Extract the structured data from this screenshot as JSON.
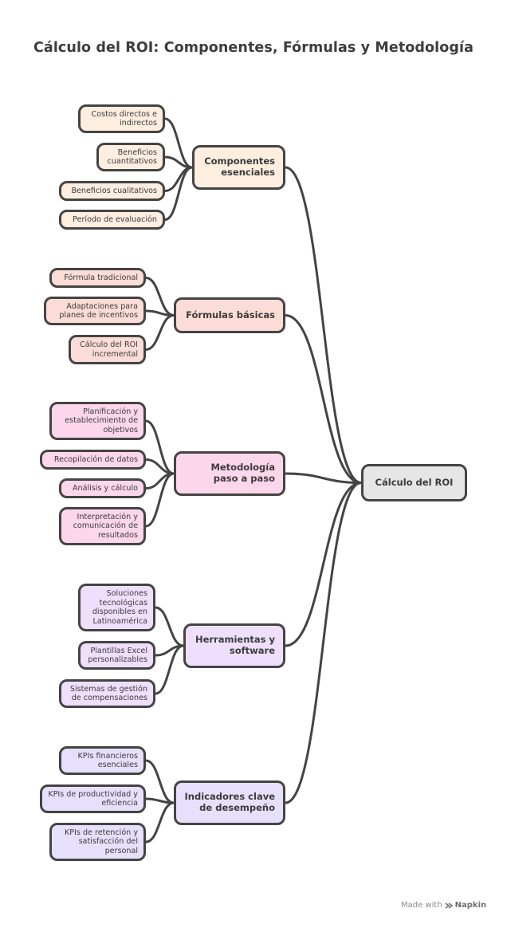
{
  "title": "Cálculo del ROI: Componentes, Fórmulas y Metodología",
  "center": {
    "label": "Cálculo del ROI",
    "color": "#e6e6e6"
  },
  "groups": [
    {
      "label": "Componentes esenciales",
      "color": "#fdeee0",
      "children": [
        "Costos directos e indirectos",
        "Beneficios cuantitativos",
        "Beneficios cualitativos",
        "Período de evaluación"
      ]
    },
    {
      "label": "Fórmulas básicas",
      "color": "#fcdcd6",
      "children": [
        "Fórmula tradicional",
        "Adaptaciones para planes de incentivos",
        "Cálculo del ROI incremental"
      ]
    },
    {
      "label": "Metodología paso a paso",
      "color": "#fcd6ea",
      "children": [
        "Planificación y establecimiento de objetivos",
        "Recopilación de datos",
        "Análisis y cálculo",
        "Interpretación y comunicación de resultados"
      ]
    },
    {
      "label": "Herramientas y software",
      "color": "#efdffc",
      "children": [
        "Soluciones tecnológicas disponibles en Latinoamérica",
        "Plantillas Excel personalizables",
        "Sistemas de gestión de compensaciones"
      ]
    },
    {
      "label": "Indicadores clave de desempeño",
      "color": "#e6e0fc",
      "children": [
        "KPIs financieros esenciales",
        "KPIs de productividad y eficiencia",
        "KPIs de retención y satisfacción del personal"
      ]
    }
  ],
  "footer": {
    "made_with": "Made with",
    "brand": "Napkin",
    "icon": "napkin-logo-icon"
  }
}
